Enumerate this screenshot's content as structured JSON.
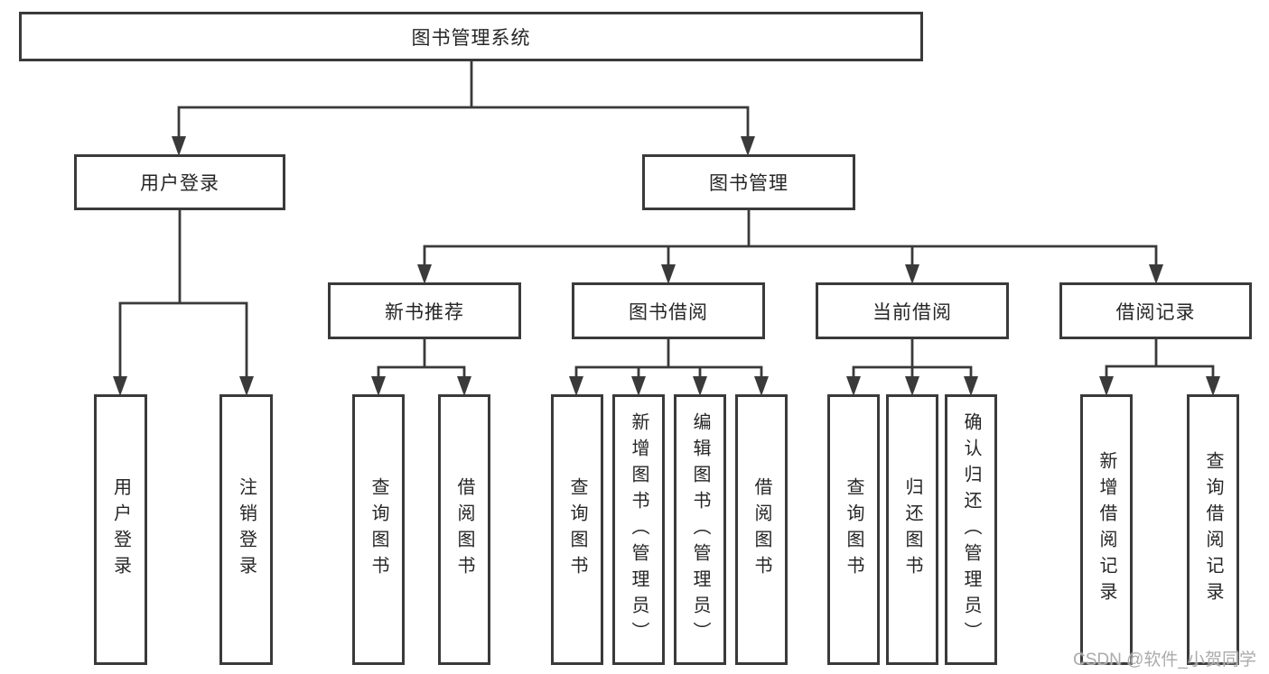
{
  "tree": {
    "root": {
      "label": "图书管理系统",
      "children": [
        {
          "label": "用户登录",
          "children": [
            {
              "label": "用户登录"
            },
            {
              "label": "注销登录"
            }
          ]
        },
        {
          "label": "图书管理",
          "children": [
            {
              "label": "新书推荐",
              "children": [
                {
                  "label": "查询图书"
                },
                {
                  "label": "借阅图书"
                }
              ]
            },
            {
              "label": "图书借阅",
              "children": [
                {
                  "label": "查询图书"
                },
                {
                  "label": "新增图书（管理员）"
                },
                {
                  "label": "编辑图书（管理员）"
                },
                {
                  "label": "借阅图书"
                }
              ]
            },
            {
              "label": "当前借阅",
              "children": [
                {
                  "label": "查询图书"
                },
                {
                  "label": "归还图书"
                },
                {
                  "label": "确认归还（管理员）"
                }
              ]
            },
            {
              "label": "借阅记录",
              "children": [
                {
                  "label": "新增借阅记录"
                },
                {
                  "label": "查询借阅记录"
                }
              ]
            }
          ]
        }
      ]
    }
  },
  "watermark": {
    "text": "CSDN @软件_小贺同学"
  },
  "colors": {
    "line": "#3a3a3a",
    "text": "#262626",
    "background": "#ffffff",
    "watermark": "#ababab"
  }
}
